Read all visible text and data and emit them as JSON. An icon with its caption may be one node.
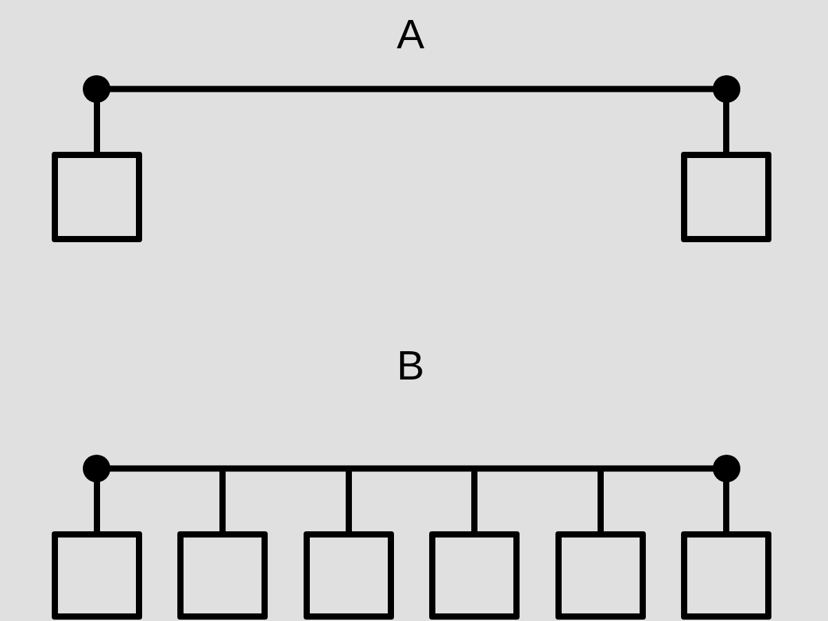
{
  "diagram": {
    "nodes": [
      {
        "text": [],
        "shape": "bar"
      },
      {
        "text": [],
        "shape": "box"
      },
      {
        "text": [],
        "shape": "box"
      },
      {
        "text": [],
        "shape": "bar"
      },
      {
        "text": [],
        "shape": "box"
      },
      {
        "text": [],
        "shape": "box"
      },
      {
        "text": [],
        "shape": "box"
      },
      {
        "text": [],
        "shape": "box"
      },
      {
        "text": [],
        "shape": "box"
      },
      {
        "text": [],
        "shape": "box"
      }
    ],
    "edges": [
      {
        "from": 0,
        "to": 1,
        "arrow": "none"
      },
      {
        "from": 0,
        "to": 2,
        "arrow": "none"
      },
      {
        "from": 3,
        "to": 4,
        "arrow": "none"
      },
      {
        "from": 3,
        "to": 5,
        "arrow": "none"
      },
      {
        "from": 3,
        "to": 6,
        "arrow": "none"
      },
      {
        "from": 3,
        "to": 7,
        "arrow": "none"
      },
      {
        "from": 3,
        "to": 8,
        "arrow": "none"
      },
      {
        "from": 3,
        "to": 9,
        "arrow": "none"
      }
    ],
    "labels": [
      "A",
      "B"
    ]
  }
}
